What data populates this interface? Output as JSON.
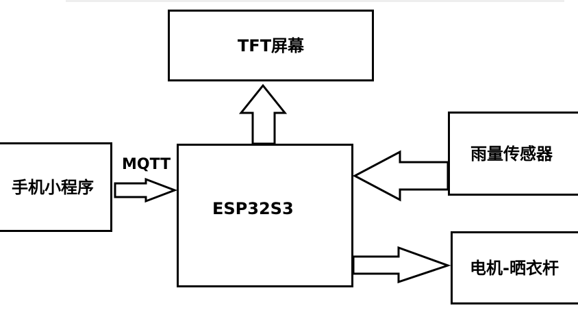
{
  "diagram": {
    "nodes": {
      "tft": {
        "label": "TFT屏幕"
      },
      "esp": {
        "label": "ESP32S3"
      },
      "phone": {
        "label": "手机小程序"
      },
      "rain": {
        "label": "雨量传感器"
      },
      "motor": {
        "label": "电机-晒衣杆"
      }
    },
    "edges": [
      {
        "from": "esp",
        "to": "tft",
        "label": ""
      },
      {
        "from": "phone",
        "to": "esp",
        "label": "MQTT"
      },
      {
        "from": "rain",
        "to": "esp",
        "label": ""
      },
      {
        "from": "esp",
        "to": "motor",
        "label": ""
      }
    ]
  }
}
